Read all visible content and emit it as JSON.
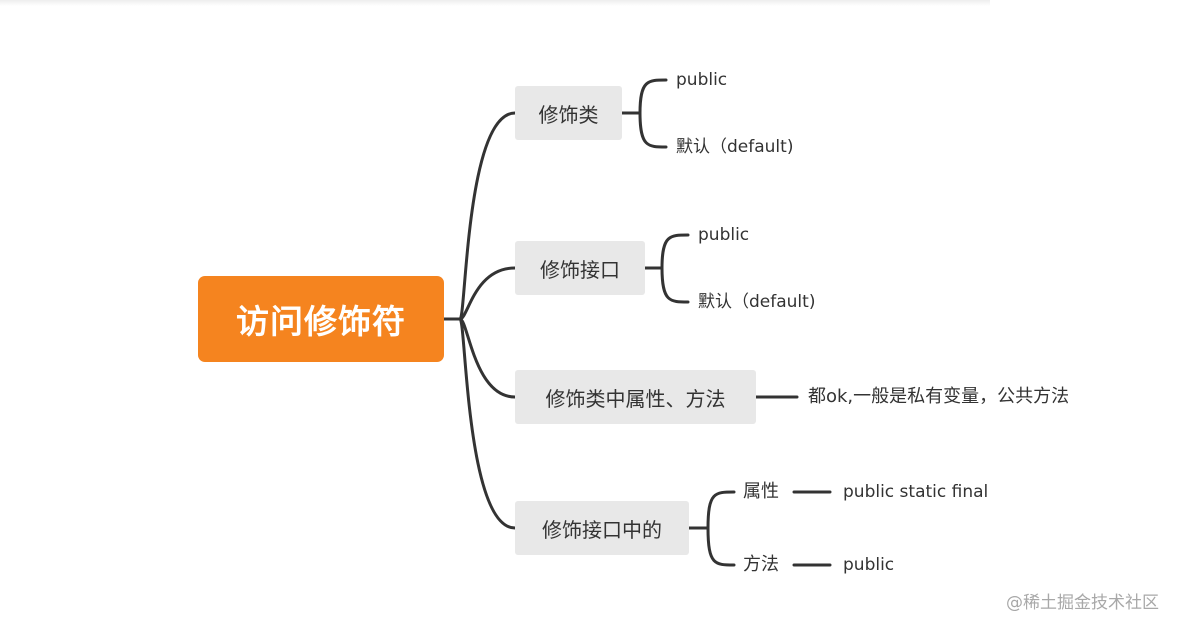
{
  "root": {
    "label": "访问修饰符"
  },
  "branches": [
    {
      "label": "修饰类",
      "children": [
        "public",
        "默认（default)"
      ]
    },
    {
      "label": "修饰接口",
      "children": [
        "public",
        "默认（default)"
      ]
    },
    {
      "label": "修饰类中属性、方法",
      "children": [
        "都ok,一般是私有变量，公共方法"
      ]
    },
    {
      "label": "修饰接口中的",
      "children": [
        {
          "label": "属性",
          "value": "public  static final"
        },
        {
          "label": "方法",
          "value": "public"
        }
      ]
    }
  ],
  "watermark": "@稀土掘金技术社区",
  "colors": {
    "root_fill": "#f5841f",
    "node_fill": "#e8e8e8",
    "line": "#333333",
    "text": "#333333"
  }
}
